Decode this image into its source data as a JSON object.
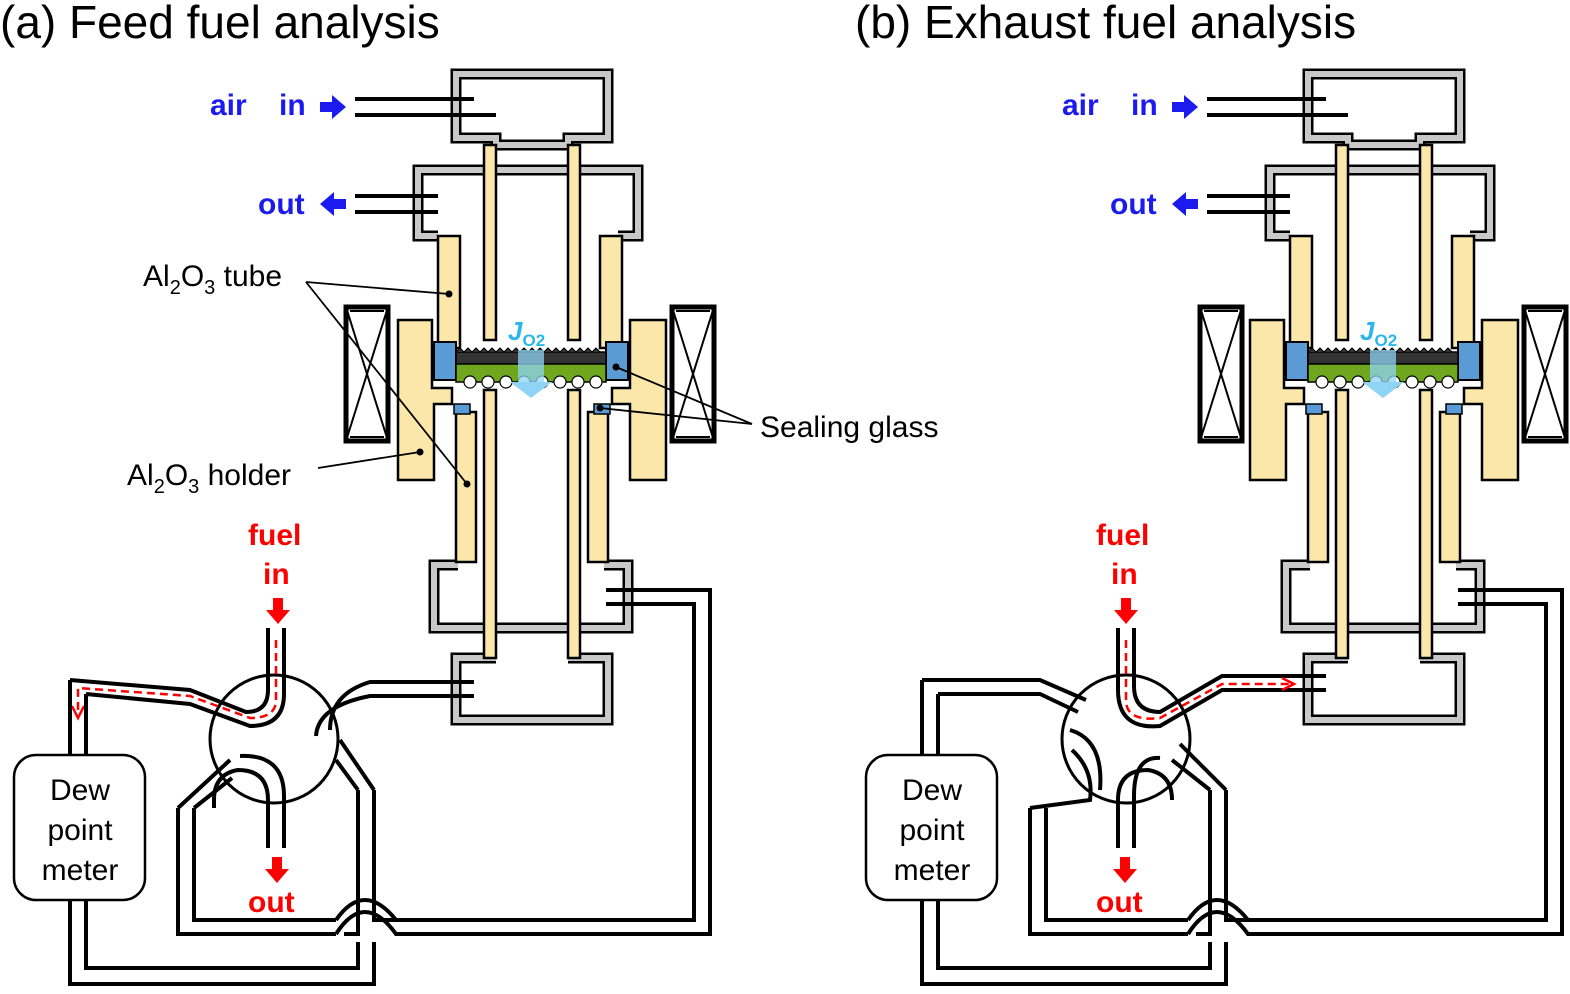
{
  "panel_a": {
    "title": "(a) Feed fuel analysis",
    "air_label": "air",
    "air_in_label": "in",
    "air_out_label": "out",
    "tube_label_main": "Al",
    "tube_label_sub1": "2",
    "tube_label_mid": "O",
    "tube_label_sub2": "3",
    "tube_label_tail": " tube",
    "holder_label_main": "Al",
    "holder_label_sub1": "2",
    "holder_label_mid": "O",
    "holder_label_sub2": "3",
    "holder_label_tail": " holder",
    "sealing_label": "Sealing glass",
    "flux_label": "J",
    "flux_sub": "O2",
    "fuel_label": "fuel",
    "fuel_in_label": "in",
    "fuel_out_label": "out",
    "meter_line1": "Dew",
    "meter_line2": "point",
    "meter_line3": "meter"
  },
  "panel_b": {
    "title": "(b) Exhaust fuel analysis",
    "air_label": "air",
    "air_in_label": "in",
    "air_out_label": "out",
    "flux_label": "J",
    "flux_sub": "O2",
    "fuel_label": "fuel",
    "fuel_in_label": "in",
    "fuel_out_label": "out",
    "meter_line1": "Dew",
    "meter_line2": "point",
    "meter_line3": "meter"
  },
  "colors": {
    "alumina": "#fbe7a9",
    "sealing_glass": "#5b9bd5",
    "anode": "#6ea61d",
    "cathode": "#333333",
    "flux_arrow": "#8fd4f5",
    "air_text": "#1b1bf0",
    "fuel_text": "#ff0000",
    "chamber_wall": "#9a9a9a"
  }
}
